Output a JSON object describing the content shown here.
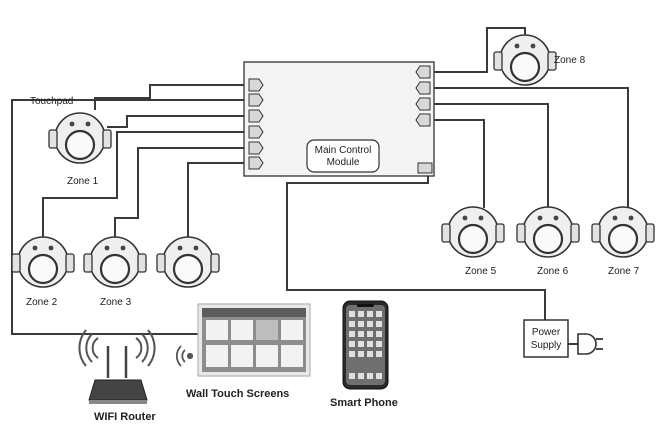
{
  "main_module": {
    "label_line1": "Main Control",
    "label_line2": "Module"
  },
  "zones": [
    {
      "id": "zone1",
      "label": "Zone 1"
    },
    {
      "id": "zone2",
      "label": "Zone 2"
    },
    {
      "id": "zone3",
      "label": "Zone 3"
    },
    {
      "id": "zone5",
      "label": "Zone 5"
    },
    {
      "id": "zone6",
      "label": "Zone 6"
    },
    {
      "id": "zone7",
      "label": "Zone 7"
    },
    {
      "id": "zone8",
      "label": "Zone 8"
    }
  ],
  "touchpad": {
    "label": "Touchpad"
  },
  "power_supply": {
    "label_line1": "Power",
    "label_line2": "Supply"
  },
  "wifi_router": {
    "label": "WIFI Router"
  },
  "wall_touch_screens": {
    "label": "Wall Touch  Screens"
  },
  "smart_phone": {
    "label": "Smart Phone"
  }
}
